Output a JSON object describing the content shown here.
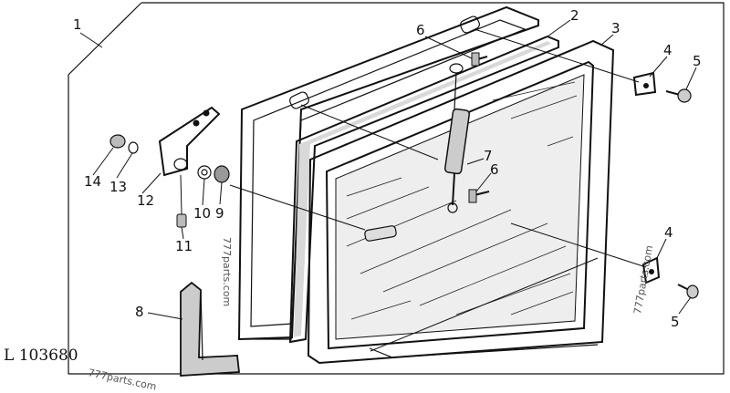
{
  "reference_code": "L 103680",
  "watermarks": [
    "777parts.com",
    "777parts.com",
    "777parts.com"
  ],
  "callouts": [
    "1",
    "2",
    "3",
    "4",
    "5",
    "6",
    "7",
    "6",
    "4",
    "5",
    "8",
    "9",
    "10",
    "11",
    "12",
    "13",
    "14"
  ]
}
